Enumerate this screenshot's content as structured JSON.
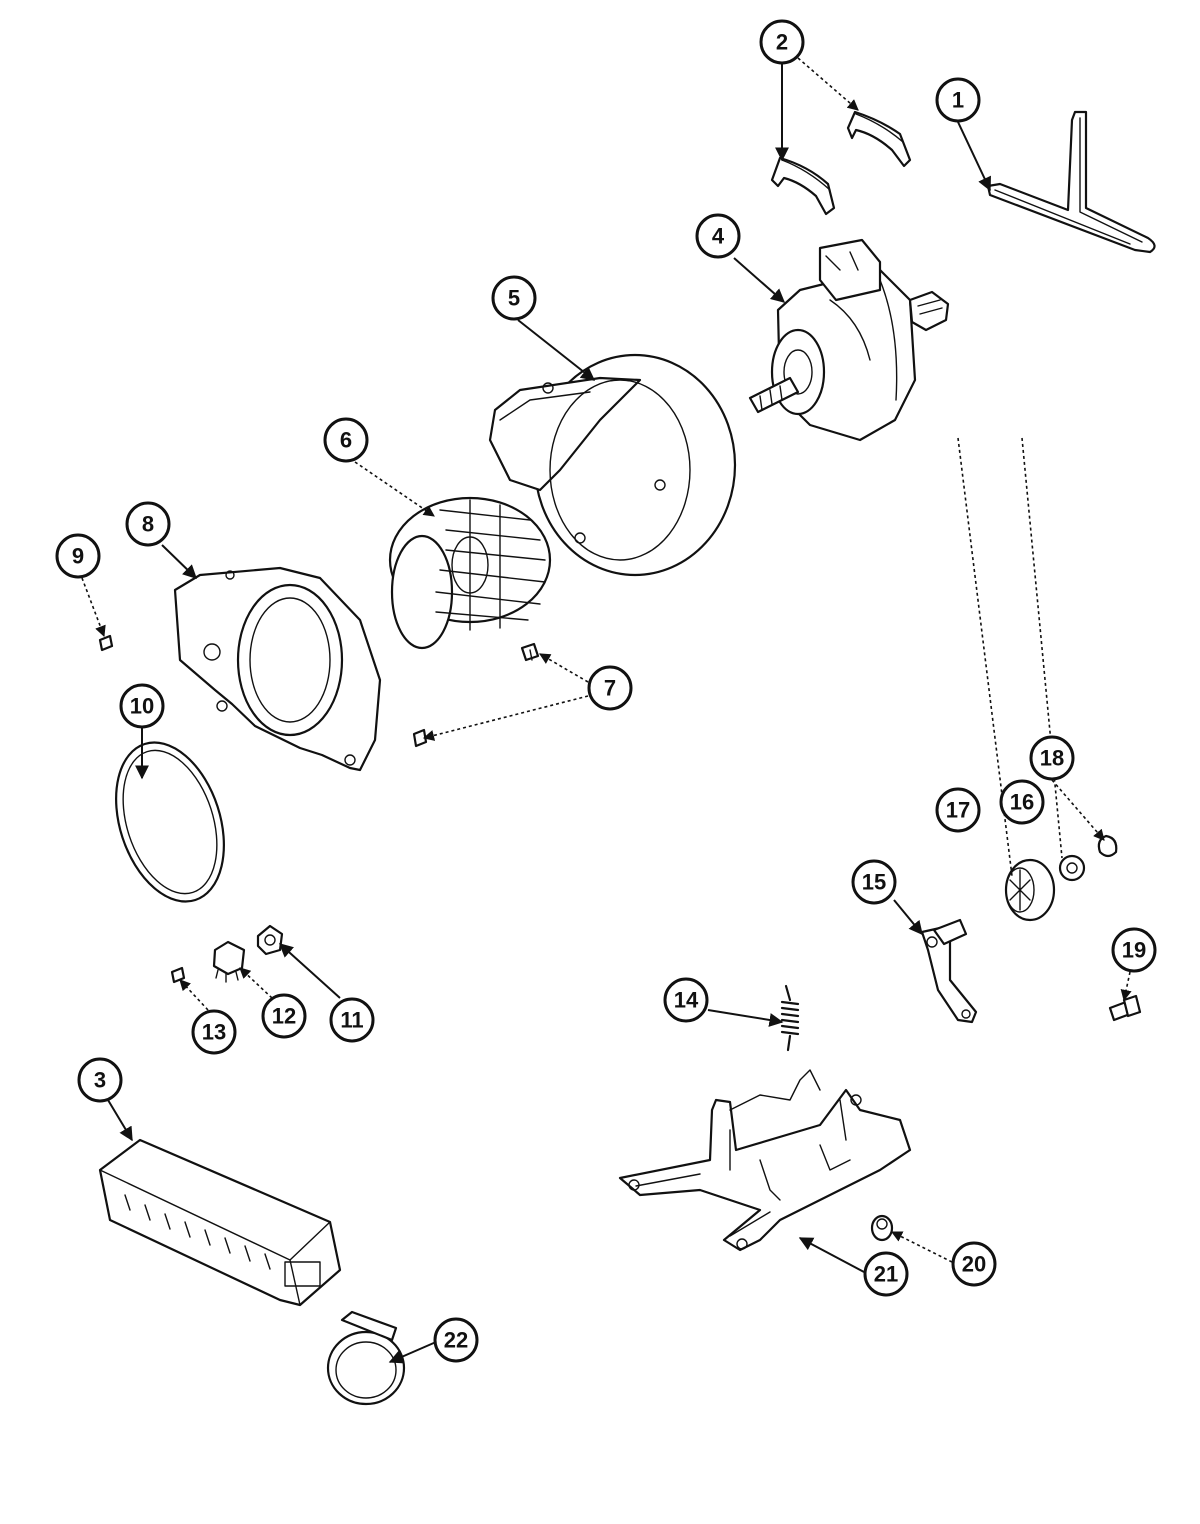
{
  "diagram": {
    "callouts": [
      {
        "id": "1",
        "label": "1"
      },
      {
        "id": "2",
        "label": "2"
      },
      {
        "id": "3",
        "label": "3"
      },
      {
        "id": "4",
        "label": "4"
      },
      {
        "id": "5",
        "label": "5"
      },
      {
        "id": "6",
        "label": "6"
      },
      {
        "id": "7",
        "label": "7"
      },
      {
        "id": "8",
        "label": "8"
      },
      {
        "id": "9",
        "label": "9"
      },
      {
        "id": "10",
        "label": "10"
      },
      {
        "id": "11",
        "label": "11"
      },
      {
        "id": "12",
        "label": "12"
      },
      {
        "id": "13",
        "label": "13"
      },
      {
        "id": "14",
        "label": "14"
      },
      {
        "id": "15",
        "label": "15"
      },
      {
        "id": "16",
        "label": "16"
      },
      {
        "id": "17",
        "label": "17"
      },
      {
        "id": "18",
        "label": "18"
      },
      {
        "id": "19",
        "label": "19"
      },
      {
        "id": "20",
        "label": "20"
      },
      {
        "id": "21",
        "label": "21"
      },
      {
        "id": "22",
        "label": "22"
      }
    ]
  }
}
